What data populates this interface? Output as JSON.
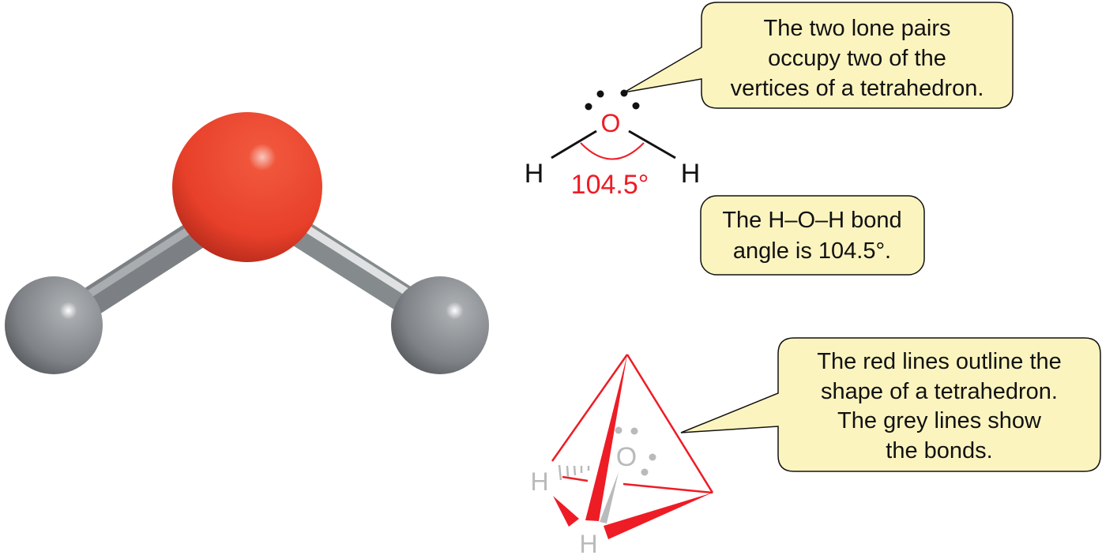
{
  "colors": {
    "oxygen": "#e8402a",
    "hydrogen": "#8a8e92",
    "callout_fill": "#fcf4bf",
    "tetra_red": "#ee1c25",
    "bond_grey": "#b9babc",
    "angle_red": "#ee1c25"
  },
  "lewis": {
    "oxygen": "O",
    "hydrogen_left": "H",
    "hydrogen_right": "H",
    "angle": "104.5°"
  },
  "callouts": {
    "lone_pairs": [
      "The two lone pairs",
      "occupy two of the",
      "vertices of a tetrahedron."
    ],
    "bond_angle": [
      "The H–O–H bond",
      "angle is 104.5°."
    ],
    "tetrahedron": [
      "The red lines outline the",
      "shape of a tetrahedron.",
      "The grey lines show",
      "the bonds."
    ]
  },
  "tetra": {
    "oxygen": "O",
    "hydrogen_back": "H",
    "hydrogen_front": "H"
  }
}
